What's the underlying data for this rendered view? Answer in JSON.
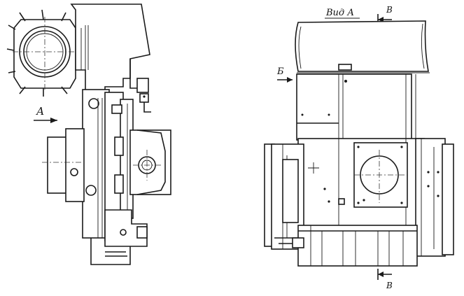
{
  "labels": {
    "view_a": "Вид А",
    "arrow_a": "А",
    "arrow_b": "Б",
    "section_top": "В",
    "section_bottom": "В"
  },
  "colors": {
    "ink": "#1a1a1a",
    "paper": "#ffffff"
  }
}
